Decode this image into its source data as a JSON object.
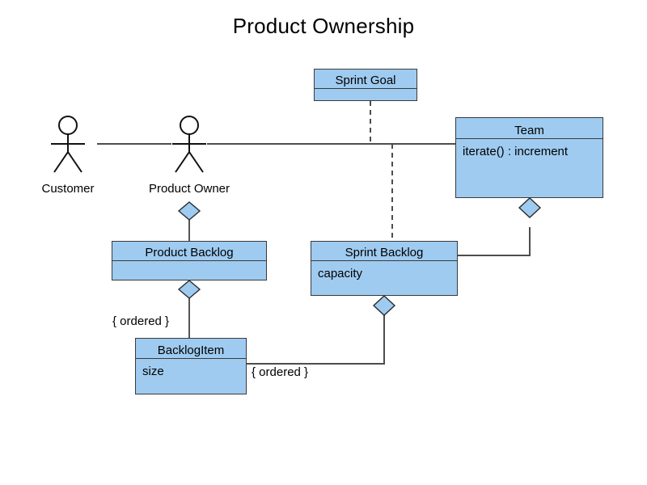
{
  "diagram": {
    "title": "Product Ownership",
    "type": "uml-class-diagram",
    "background_color": "#ffffff",
    "class_fill_color": "#9FCBF0",
    "class_border_color": "#3a3a3a",
    "line_color": "#4d4d4d",
    "text_color": "#000000"
  },
  "actors": [
    {
      "id": "customer",
      "label": "Customer"
    },
    {
      "id": "product-owner",
      "label": "Product Owner"
    }
  ],
  "classes": [
    {
      "id": "sprint-goal",
      "name": "Sprint Goal",
      "members": ""
    },
    {
      "id": "team",
      "name": "Team",
      "members": "iterate() : increment"
    },
    {
      "id": "product-backlog",
      "name": "Product Backlog",
      "members": ""
    },
    {
      "id": "sprint-backlog",
      "name": "Sprint Backlog",
      "members": "capacity"
    },
    {
      "id": "backlog-item",
      "name": "BacklogItem",
      "members": "size"
    }
  ],
  "constraints": [
    {
      "id": "ordered-product-backlog-item",
      "label": "{ ordered }"
    },
    {
      "id": "ordered-sprint-backlog-item",
      "label": "{ ordered }"
    }
  ],
  "relationships": [
    {
      "from": "customer",
      "to": "product-owner",
      "kind": "association"
    },
    {
      "from": "product-owner",
      "to": "team",
      "kind": "association"
    },
    {
      "from": "product-owner",
      "to": "product-backlog",
      "kind": "aggregation",
      "diamond_at": "product-owner"
    },
    {
      "from": "product-backlog",
      "to": "backlog-item",
      "kind": "aggregation",
      "diamond_at": "product-backlog",
      "constraint": "{ ordered }"
    },
    {
      "from": "team",
      "to": "sprint-backlog",
      "kind": "aggregation",
      "diamond_at": "team"
    },
    {
      "from": "sprint-backlog",
      "to": "backlog-item",
      "kind": "aggregation",
      "diamond_at": "sprint-backlog",
      "constraint": "{ ordered }"
    },
    {
      "from": "sprint-goal",
      "to": "sprint-backlog",
      "kind": "dependency-dashed"
    }
  ]
}
